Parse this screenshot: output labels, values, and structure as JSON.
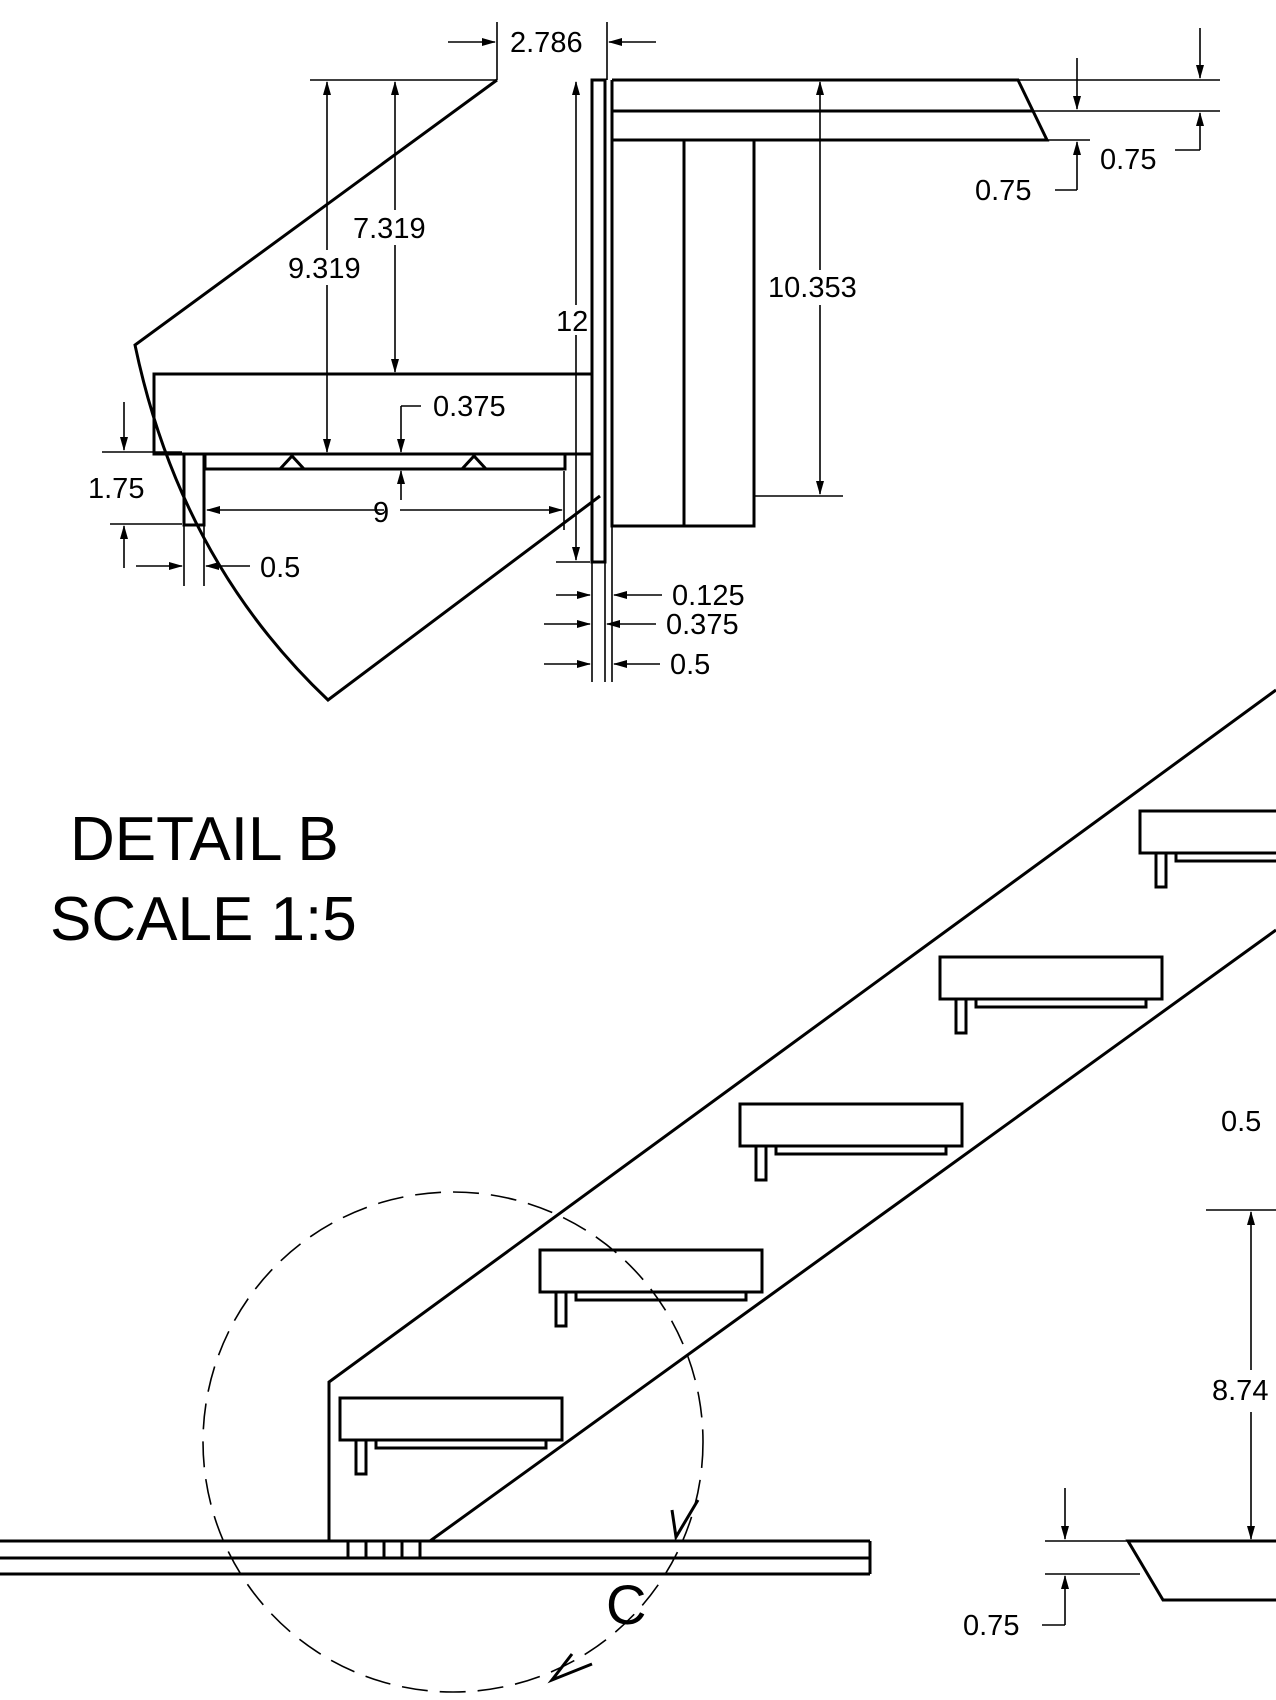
{
  "detail_title": "DETAIL B",
  "detail_scale": "SCALE 1:5",
  "callout_label": "C",
  "dimensions": {
    "top_offset": "2.786",
    "height_7319": "7.319",
    "height_9319": "9.319",
    "height_12": "12",
    "height_10353": "10.353",
    "tread_gap": "0.375",
    "leg_height": "1.75",
    "leg_span": "9",
    "leg_width": "0.5",
    "plate_125": "0.125",
    "plate_375": "0.375",
    "plate_5": "0.5",
    "top_thk_a": "0.75",
    "top_thk_b": "0.75",
    "right_05": "0.5",
    "right_874": "8.74",
    "bottom_075": "0.75"
  },
  "colors": {
    "line": "#000000",
    "background": "#ffffff"
  }
}
